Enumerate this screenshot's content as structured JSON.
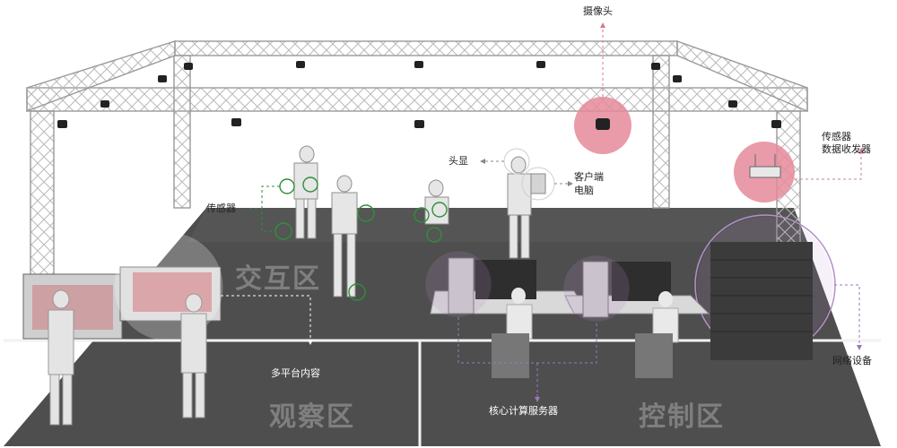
{
  "labels": {
    "camera": "摄像头",
    "sensor_transceiver_1": "传感器",
    "sensor_transceiver_2": "数据收发器",
    "headset": "头显",
    "client_pc_1": "客户端",
    "client_pc_2": "电脑",
    "sensor": "传感器",
    "multi_platform": "多平台内容",
    "core_server": "核心计算服务器",
    "network": "网络设备"
  },
  "zones": {
    "interaction": "交互区",
    "observation": "观察区",
    "control": "控制区"
  },
  "colors": {
    "floor": "#4b4b4b",
    "truss": "#d6d6d6",
    "camera_highlight": "#e58a9a",
    "network_highlight": "#b48fc8",
    "sensor_ring": "#2f8f3a",
    "arrow_pink": "#d9788a",
    "arrow_purple": "#9a78b8"
  }
}
